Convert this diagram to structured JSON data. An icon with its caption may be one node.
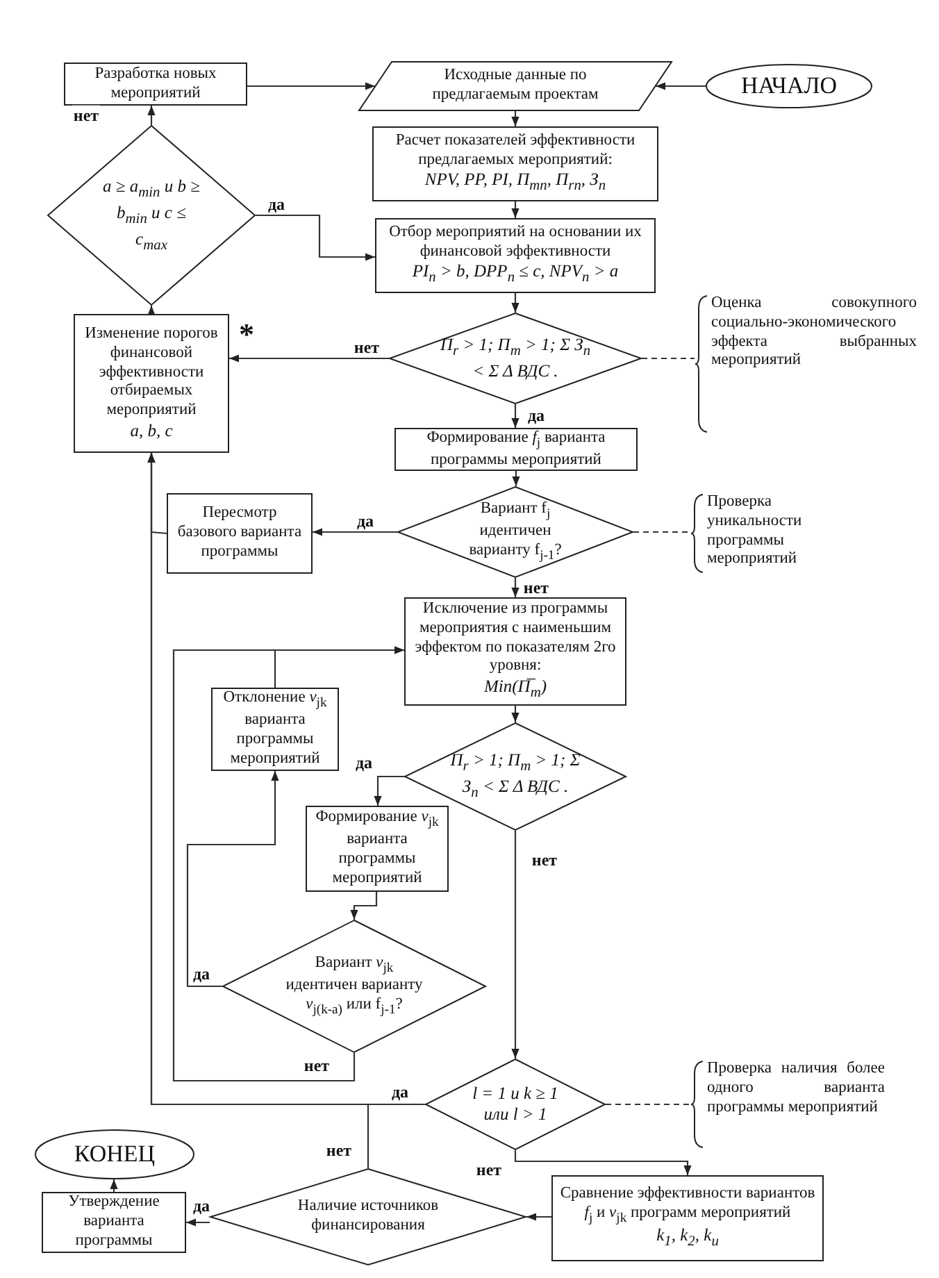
{
  "diagram": {
    "nodes": [
      {
        "text": [
          "НАЧАЛО"
        ]
      },
      {
        "text": [
          "Исходные данные по предлагаемым проектам"
        ]
      },
      {
        "text": [
          "Разработка новых мероприятий"
        ]
      },
      {
        "text": [
          "a ≥ a$_{min}$ и b ≥ b$_{min}$ и c ≤ c$_{max}$"
        ]
      },
      {
        "text": [
          "Расчет показателей эффективности предлагаемых мероприятий:",
          "NPV, PP, PI, П$_{mn}$, П$_{rn}$, З$_{n}$"
        ]
      },
      {
        "text": [
          "Отбор мероприятий на основании их финансовой эффективности",
          "PI$_{n}$ > b, DPP$_{n}$ ≤ c, NPV$_{n}$ > a"
        ]
      },
      {
        "text": [
          "Изменение порогов финансовой эффективности отбираемых мероприятий",
          "a, b, c"
        ],
        "beside": [
          "*"
        ]
      },
      {
        "text": [
          "П$_{r}$ > 1; П$_{m}$ > 1; Σ З$_{n}$ < Σ Δ ВДС ."
        ]
      },
      {
        "text": [
          "Оценка совокупного социально-экономического эффекта выбранных мероприятий"
        ]
      },
      {
        "text": [
          "Формирование *f*$_{j}$ варианта программы мероприятий"
        ]
      },
      {
        "text": [
          "Пересмотр базового варианта программы"
        ]
      },
      {
        "text": [
          "Вариант f$_{j}$ идентичен варианту f$_{j-1}$?"
        ]
      },
      {
        "text": [
          "Проверка уникальности программы мероприятий"
        ]
      },
      {
        "text": [
          "Исключение из программы мероприятия с наименьшим эффектом по показателям 2го уровня:",
          "Min(П̅$_{m}$)"
        ]
      },
      {
        "text": [
          "Отклонение *v*$_{jk}$ варианта программы мероприятий"
        ]
      },
      {
        "text": [
          "П$_{r}$ > 1; П$_{m}$ > 1; Σ З$_{n}$ < Σ Δ ВДС ."
        ]
      },
      {
        "text": [
          "Формирование *v*$_{jk}$ варианта программы мероприятий"
        ]
      },
      {
        "text": [
          "Вариант *v*$_{jk}$ идентичен варианту *v*$_{j(k-a)}$ или f$_{j-1}$?"
        ]
      },
      {
        "text": [
          "l = 1 и k ≥ 1 или l > 1"
        ]
      },
      {
        "text": [
          "Проверка наличия более одного варианта программы мероприятий"
        ]
      },
      {
        "text": [
          "Сравнение эффективности вариантов *f*$_{j}$ и *v*$_{jk}$ программ мероприятий",
          "k$_{1}$, k$_{2}$, k$_{u}$"
        ]
      },
      {
        "text": [
          "Наличие источников финансирования"
        ]
      },
      {
        "text": [
          "Утверждение варианта программы"
        ]
      },
      {
        "text": [
          "КОНЕЦ"
        ]
      }
    ],
    "edges": [
      {
        "from": 0,
        "to": 1,
        "arrow": "to"
      },
      {
        "from": 2,
        "to": 1,
        "arrow": "to"
      },
      {
        "from": 1,
        "to": 4,
        "arrow": "to"
      },
      {
        "from": 4,
        "to": 5,
        "arrow": "to"
      },
      {
        "from": 5,
        "to": 7,
        "arrow": "to"
      },
      {
        "from": 7,
        "to": 6,
        "arrow": "to",
        "label": "нет"
      },
      {
        "from": 7,
        "to": 9,
        "arrow": "to",
        "label": "да"
      },
      {
        "from": 6,
        "to": 3,
        "arrow": "to"
      },
      {
        "from": 3,
        "to": 2,
        "arrow": "to",
        "label": "нет"
      },
      {
        "from": 3,
        "to": 5,
        "arrow": "to",
        "label": "да"
      },
      {
        "from": 7,
        "to": 8,
        "arrow": "none",
        "style": "dashed"
      },
      {
        "from": 9,
        "to": 11,
        "arrow": "to"
      },
      {
        "from": 11,
        "to": 10,
        "arrow": "to",
        "label": "да"
      },
      {
        "from": 11,
        "to": 13,
        "arrow": "to",
        "label": "нет"
      },
      {
        "from": 11,
        "to": 12,
        "arrow": "none",
        "style": "dashed"
      },
      {
        "from": 10,
        "to": 6,
        "arrow": "to"
      },
      {
        "from": 13,
        "to": 15,
        "arrow": "to"
      },
      {
        "from": 15,
        "to": 16,
        "arrow": "to",
        "label": "да"
      },
      {
        "from": 15,
        "to": 18,
        "arrow": "to",
        "label": "нет"
      },
      {
        "from": 16,
        "to": 17,
        "arrow": "to"
      },
      {
        "from": 17,
        "to": 14,
        "arrow": "to",
        "label": "да"
      },
      {
        "from": 17,
        "to": 13,
        "arrow": "to",
        "label": "нет"
      },
      {
        "from": 14,
        "to": 13,
        "arrow": "to"
      },
      {
        "from": 18,
        "to": 6,
        "arrow": "to",
        "label": "да"
      },
      {
        "from": 21,
        "to": 6,
        "arrow": "to",
        "label": "нет"
      },
      {
        "from": 18,
        "to": 20,
        "arrow": "to",
        "label": "нет"
      },
      {
        "from": 18,
        "to": 19,
        "arrow": "none",
        "style": "dashed"
      },
      {
        "from": 20,
        "to": 21,
        "arrow": "to"
      },
      {
        "from": 21,
        "to": 22,
        "arrow": "to",
        "label": "да"
      },
      {
        "from": 22,
        "to": 23,
        "arrow": "to"
      }
    ]
  }
}
